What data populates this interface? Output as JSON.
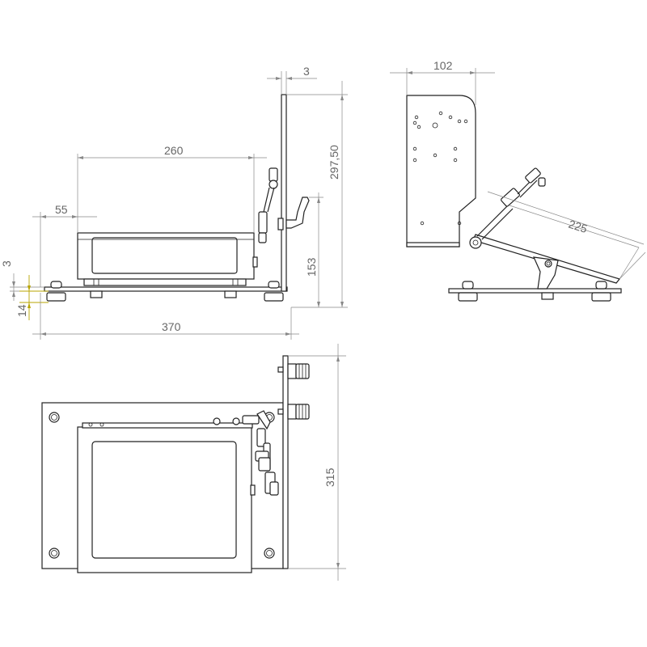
{
  "views": {
    "front": {
      "dimensions": {
        "plate_thickness": "3",
        "overall_height": "297,50",
        "screen_width": "260",
        "offset": "55",
        "bracket_height": "153",
        "base_thickness": "3",
        "foot_height": "14",
        "overall_width": "370"
      }
    },
    "side": {
      "dimensions": {
        "plate_width": "102",
        "arm_length": "225"
      }
    },
    "top": {
      "dimensions": {
        "depth": "315"
      }
    }
  },
  "colors": {
    "line": "#222222",
    "dimension": "#888888",
    "accent_dimension": "#b8a400"
  }
}
